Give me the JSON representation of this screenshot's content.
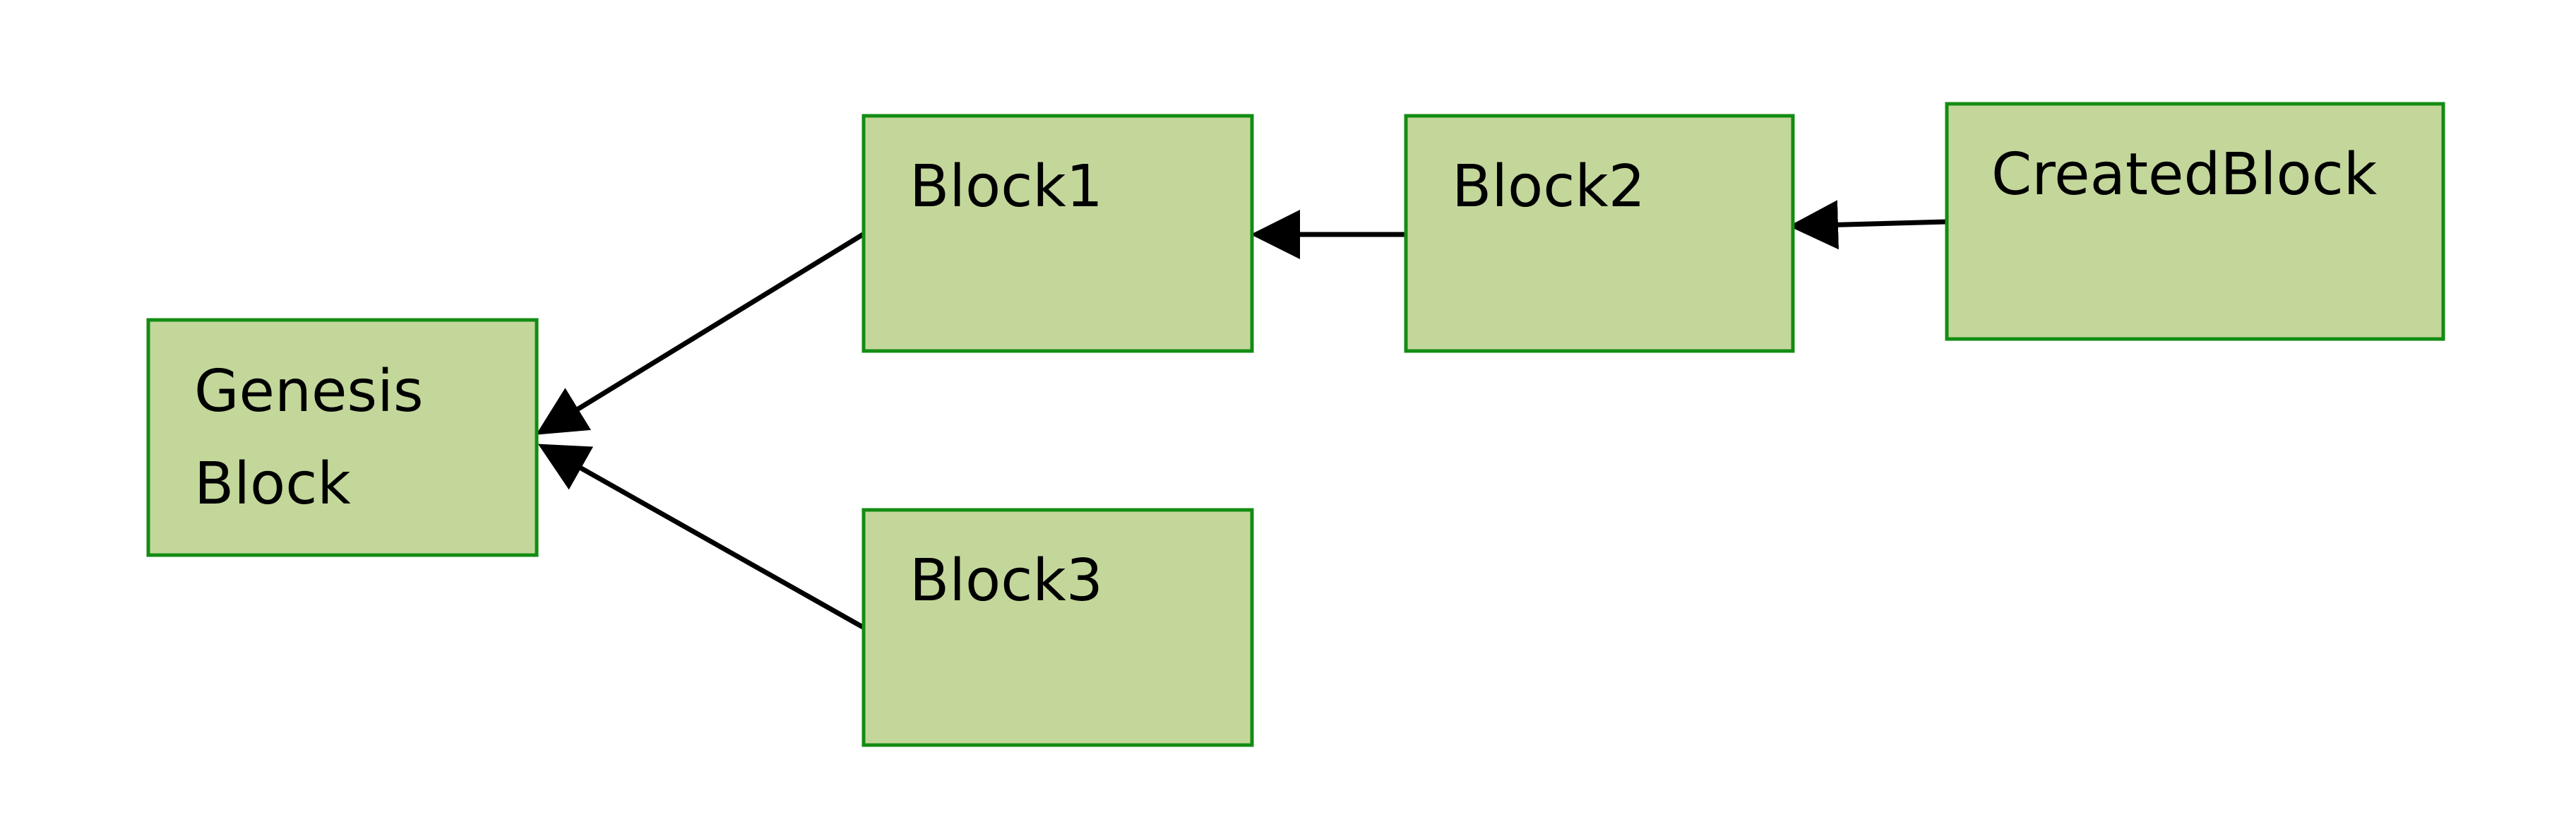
{
  "blocks": {
    "genesis": {
      "line1": "Genesis",
      "line2": "Block"
    },
    "block1": {
      "label": "Block1"
    },
    "block2": {
      "label": "Block2"
    },
    "block3": {
      "label": "Block3"
    },
    "created": {
      "label": "CreatedBlock"
    }
  },
  "edges": [
    {
      "from": "block1",
      "to": "genesis"
    },
    {
      "from": "block3",
      "to": "genesis"
    },
    {
      "from": "block2",
      "to": "block1"
    },
    {
      "from": "created",
      "to": "block2"
    }
  ],
  "colors": {
    "block_fill": "#c4d79b",
    "block_border": "#138c13",
    "arrow": "#000000"
  }
}
